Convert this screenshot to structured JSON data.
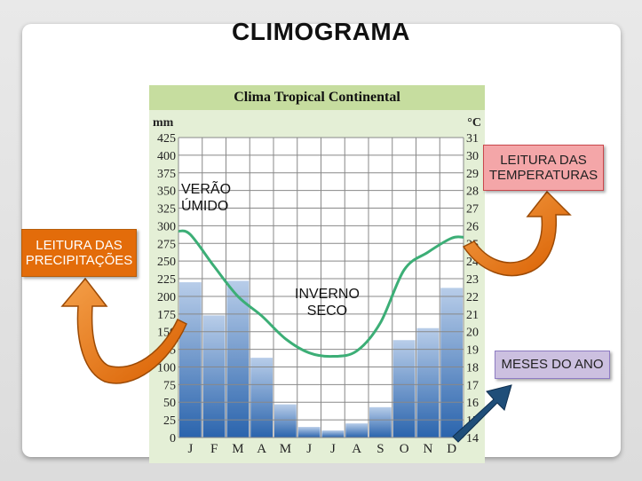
{
  "slide": {
    "title": "CLIMOGRAMA"
  },
  "chart_data": {
    "type": "bar",
    "title": "Clima Tropical Continental",
    "categories": [
      "J",
      "F",
      "M",
      "A",
      "M",
      "J",
      "J",
      "A",
      "S",
      "O",
      "N",
      "D"
    ],
    "series": [
      {
        "values": [
          220,
          173,
          222,
          113,
          47,
          15,
          10,
          20,
          43,
          138,
          155,
          212
        ]
      }
    ],
    "line_series": [
      {
        "axis": "right",
        "values": [
          25.5,
          23.7,
          22.0,
          20.9,
          19.6,
          18.8,
          18.6,
          18.9,
          20.5,
          23.5,
          24.5,
          25.3
        ]
      }
    ],
    "ylabel_left": "mm",
    "ylabel_right": "°C",
    "ylim_left": [
      0,
      425
    ],
    "ylim_right": [
      14,
      31
    ],
    "yticks_left": [
      0,
      25,
      50,
      75,
      100,
      125,
      150,
      175,
      200,
      225,
      250,
      275,
      300,
      325,
      350,
      375,
      400,
      425
    ],
    "yticks_right": [
      14,
      15,
      16,
      17,
      18,
      19,
      20,
      21,
      22,
      23,
      24,
      25,
      26,
      27,
      28,
      29,
      30,
      31
    ],
    "grid": true,
    "annotations": {
      "summer": [
        "VERÃO",
        "ÚMIDO"
      ],
      "winter": [
        "INVERNO",
        "SECO"
      ]
    },
    "colors": {
      "bar_top": "#b8cde9",
      "bar_bottom": "#2a64ad",
      "line": "#3cae76",
      "grid": "#888888",
      "header": "#c6dd9f",
      "panel": "#e4efd6"
    }
  },
  "callouts": {
    "precipitation": [
      "LEITURA DAS",
      "PRECIPITAÇÕES"
    ],
    "temperature": [
      "LEITURA DAS",
      "TEMPERATURAS"
    ],
    "months": "MESES DO ANO"
  },
  "colors": {
    "arrow_orange": "#e36c0a",
    "arrow_blue": "#1f4e79"
  }
}
